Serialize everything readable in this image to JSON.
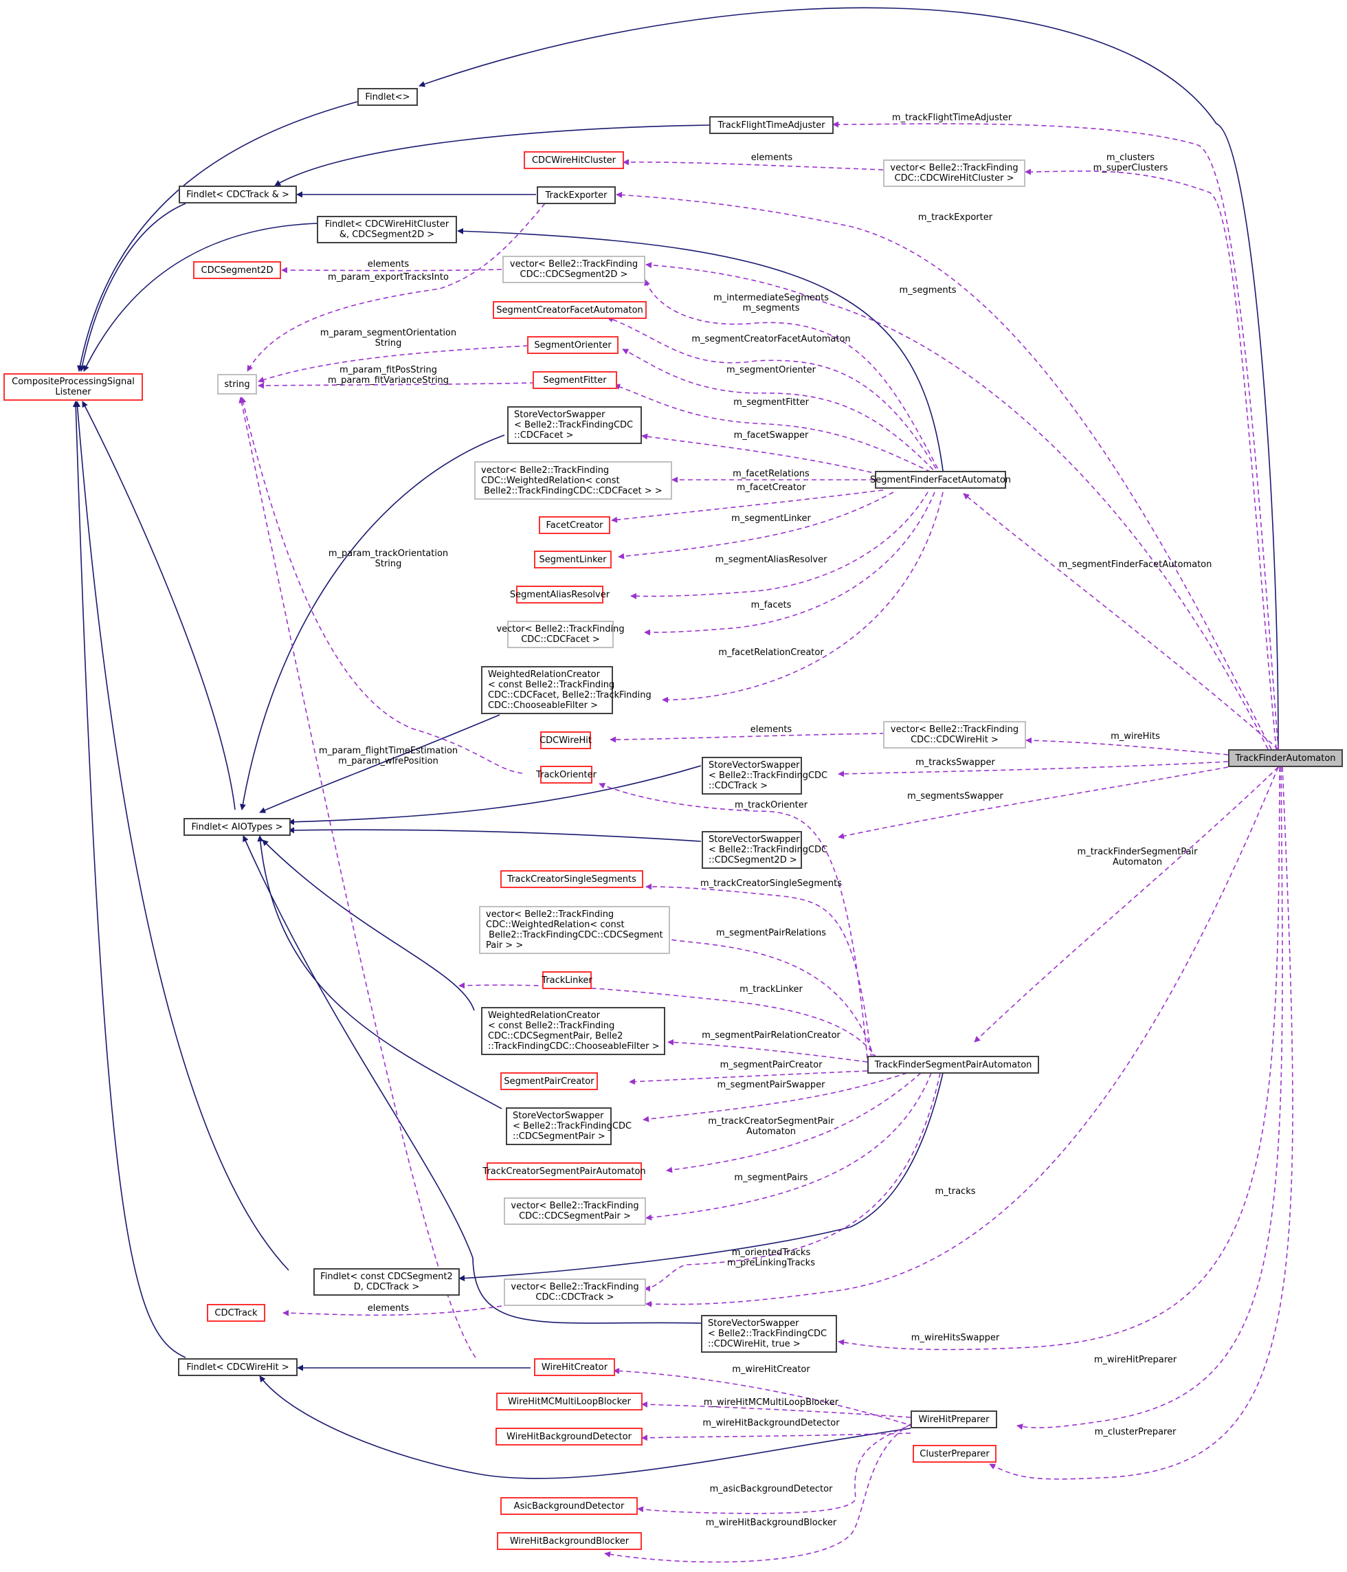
{
  "diagram": {
    "type": "collaboration-graph",
    "root": "TrackFinderAutomaton",
    "legend": {
      "inheritance_edge_color": "#191970",
      "usage_edge_color": "#9a32cd",
      "documented_border_color": "#404040",
      "undocumented_border_color": "#ff3030",
      "external_border_color": "#bfbfbf",
      "root_fill_color": "#bfbfbf"
    }
  },
  "nodes": {
    "findlet_empty": "Findlet<>",
    "track_flight_time_adjuster": "TrackFlightTimeAdjuster",
    "cdc_wire_hit_cluster": "CDCWireHitCluster",
    "vector_wire_hit_cluster": "vector< Belle2::TrackFinding\nCDC::CDCWireHitCluster >",
    "findlet_cdctrack_ref": "Findlet< CDCTrack & >",
    "track_exporter": "TrackExporter",
    "findlet_cluster_segment": "Findlet< CDCWireHitCluster\n&, CDCSegment2D >",
    "cdc_segment2d": "CDCSegment2D",
    "vector_segment2d": "vector< Belle2::TrackFinding\nCDC::CDCSegment2D >",
    "segment_creator_facet_automaton": "SegmentCreatorFacetAutomaton",
    "composite_processing_signal_listener": "CompositeProcessingSignal\nListener",
    "string": "string",
    "segment_orienter": "SegmentOrienter",
    "segment_fitter": "SegmentFitter",
    "store_vector_swapper_facet": "StoreVectorSwapper\n< Belle2::TrackFindingCDC\n::CDCFacet >",
    "vector_weighted_relation_facet": "vector< Belle2::TrackFinding\nCDC::WeightedRelation< const\n Belle2::TrackFindingCDC::CDCFacet > >",
    "segment_finder_facet_automaton": "SegmentFinderFacetAutomaton",
    "facet_creator": "FacetCreator",
    "segment_linker": "SegmentLinker",
    "segment_alias_resolver": "SegmentAliasResolver",
    "vector_facet": "vector< Belle2::TrackFinding\nCDC::CDCFacet >",
    "weighted_relation_creator_facet": "WeightedRelationCreator\n< const Belle2::TrackFinding\nCDC::CDCFacet, Belle2::TrackFinding\nCDC::ChooseableFilter >",
    "cdc_wire_hit": "CDCWireHit",
    "vector_wire_hit": "vector< Belle2::TrackFinding\nCDC::CDCWireHit >",
    "track_finder_automaton": "TrackFinderAutomaton",
    "track_orienter": "TrackOrienter",
    "store_vector_swapper_track": "StoreVectorSwapper\n< Belle2::TrackFindingCDC\n::CDCTrack >",
    "findlet_aiotypes": "Findlet< AIOTypes >",
    "store_vector_swapper_segment2d": "StoreVectorSwapper\n< Belle2::TrackFindingCDC\n::CDCSegment2D >",
    "track_creator_single_segments": "TrackCreatorSingleSegments",
    "vector_weighted_relation_segment_pair": "vector< Belle2::TrackFinding\nCDC::WeightedRelation< const\n Belle2::TrackFindingCDC::CDCSegment\nPair > >",
    "track_linker": "TrackLinker",
    "weighted_relation_creator_segment_pair": "WeightedRelationCreator\n< const Belle2::TrackFinding\nCDC::CDCSegmentPair, Belle2\n::TrackFindingCDC::ChooseableFilter >",
    "track_finder_segment_pair_automaton": "TrackFinderSegmentPairAutomaton",
    "segment_pair_creator": "SegmentPairCreator",
    "store_vector_swapper_segment_pair": "StoreVectorSwapper\n< Belle2::TrackFindingCDC\n::CDCSegmentPair >",
    "track_creator_segment_pair_automaton": "TrackCreatorSegmentPairAutomaton",
    "vector_segment_pair": "vector< Belle2::TrackFinding\nCDC::CDCSegmentPair >",
    "findlet_const_segment2d_track": "Findlet< const CDCSegment2\nD, CDCTrack >",
    "vector_track": "vector< Belle2::TrackFinding\nCDC::CDCTrack >",
    "cdc_track": "CDCTrack",
    "store_vector_swapper_wire_hit": "StoreVectorSwapper\n< Belle2::TrackFindingCDC\n::CDCWireHit, true >",
    "findlet_cdc_wire_hit": "Findlet< CDCWireHit >",
    "wire_hit_creator": "WireHitCreator",
    "wire_hit_mc_multi_loop_blocker": "WireHitMCMultiLoopBlocker",
    "wire_hit_preparer": "WireHitPreparer",
    "wire_hit_background_detector": "WireHitBackgroundDetector",
    "cluster_preparer": "ClusterPreparer",
    "asic_background_detector": "AsicBackgroundDetector",
    "wire_hit_background_blocker": "WireHitBackgroundBlocker"
  },
  "edge_labels": {
    "m_track_flight_time_adjuster": "m_trackFlightTimeAdjuster",
    "elements_cluster": "elements",
    "m_clusters": "m_clusters\nm_superClusters",
    "m_track_exporter": "m_trackExporter",
    "elements_segment2d": "elements",
    "m_param_export_tracks_into": "m_param_exportTracksInto",
    "m_segments": "m_segments",
    "m_intermediate_segments": "m_intermediateSegments\nm_segments",
    "m_segment_creator_facet_automaton": "m_segmentCreatorFacetAutomaton",
    "m_param_segment_orientation_string": "m_param_segmentOrientation\nString",
    "m_segment_orienter": "m_segmentOrienter",
    "m_param_fit_pos_string": "m_param_fitPosString\nm_param_fitVarianceString",
    "m_segment_fitter": "m_segmentFitter",
    "m_facet_swapper": "m_facetSwapper",
    "m_facet_relations": "m_facetRelations",
    "m_facet_creator": "m_facetCreator",
    "m_segment_linker": "m_segmentLinker",
    "m_param_track_orientation_string": "m_param_trackOrientation\nString",
    "m_segment_finder_facet_automaton": "m_segmentFinderFacetAutomaton",
    "m_segment_alias_resolver": "m_segmentAliasResolver",
    "m_facets": "m_facets",
    "m_facet_relation_creator": "m_facetRelationCreator",
    "elements_wire_hit": "elements",
    "m_wire_hits": "m_wireHits",
    "m_param_flight_time_estimation": "m_param_flightTimeEstimation\nm_param_wirePosition",
    "m_tracks_swapper": "m_tracksSwapper",
    "m_track_orienter": "m_trackOrienter",
    "m_segments_swapper": "m_segmentsSwapper",
    "m_track_finder_segment_pair_automaton": "m_trackFinderSegmentPair\nAutomaton",
    "m_track_creator_single_segments": "m_trackCreatorSingleSegments",
    "m_segment_pair_relations": "m_segmentPairRelations",
    "m_track_linker": "m_trackLinker",
    "m_segment_pair_relation_creator": "m_segmentPairRelationCreator",
    "m_segment_pair_creator": "m_segmentPairCreator",
    "m_segment_pair_swapper": "m_segmentPairSwapper",
    "m_track_creator_segment_pair_automaton": "m_trackCreatorSegmentPair\nAutomaton",
    "m_segment_pairs": "m_segmentPairs",
    "m_tracks": "m_tracks",
    "m_oriented_tracks": "m_orientedTracks\nm_preLinkingTracks",
    "elements_track": "elements",
    "m_wire_hits_swapper": "m_wireHitsSwapper",
    "m_wire_hit_preparer": "m_wireHitPreparer",
    "m_wire_hit_creator": "m_wireHitCreator",
    "m_wire_hit_mc_multi_loop_blocker": "m_wireHitMCMultiLoopBlocker",
    "m_wire_hit_background_detector": "m_wireHitBackgroundDetector",
    "m_cluster_preparer": "m_clusterPreparer",
    "m_asic_background_detector": "m_asicBackgroundDetector",
    "m_wire_hit_background_blocker": "m_wireHitBackgroundBlocker"
  }
}
